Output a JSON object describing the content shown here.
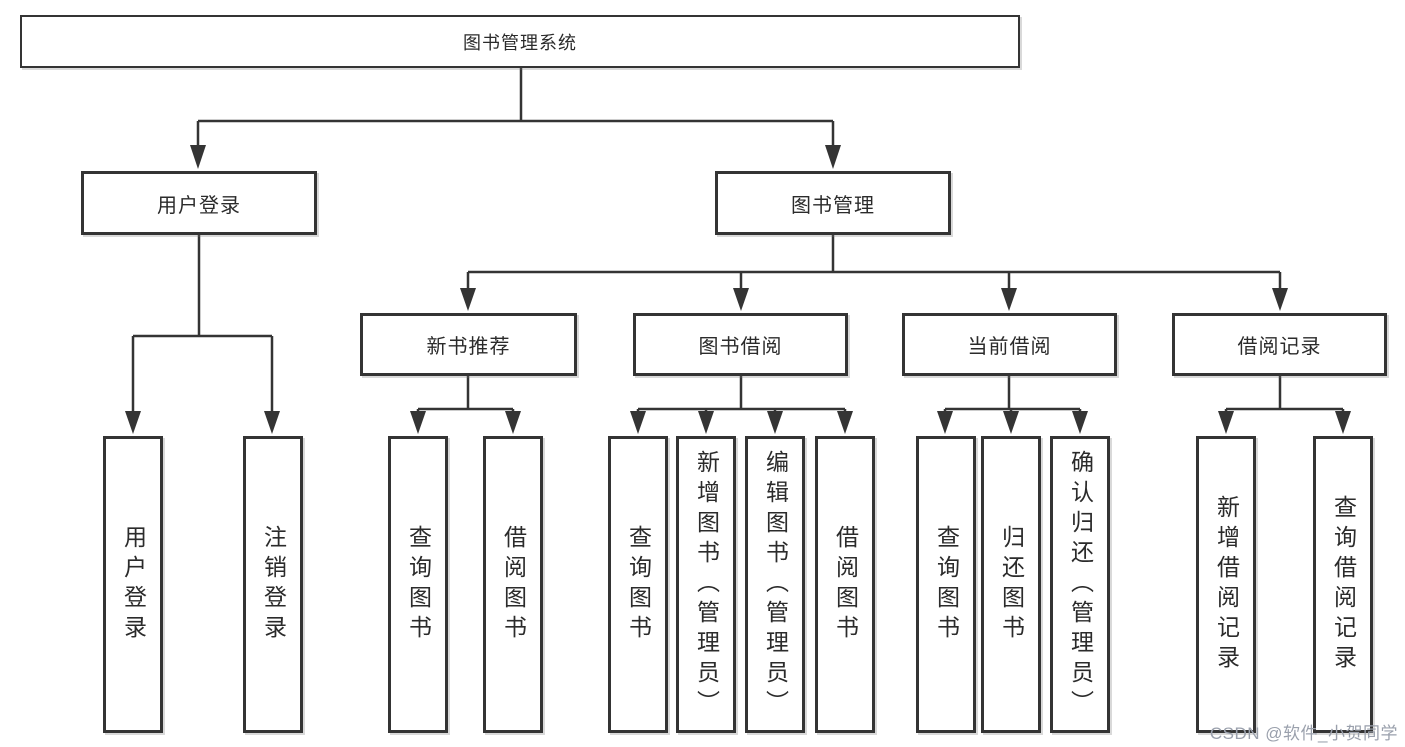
{
  "diagram": {
    "watermark": "CSDN @软件_小贺同学",
    "colors": {
      "line": "#343434",
      "box_border": "#343434",
      "text": "#2b2b2b",
      "watermark_text": "#9aa0ac",
      "background": "#ffffff"
    },
    "root": {
      "label": "图书管理系统"
    },
    "branches": [
      {
        "label": "用户登录",
        "children": [
          {
            "label": "用户登录"
          },
          {
            "label": "注销登录"
          }
        ]
      },
      {
        "label": "图书管理",
        "children": [
          {
            "label": "新书推荐",
            "children": [
              {
                "label": "查询图书"
              },
              {
                "label": "借阅图书"
              }
            ]
          },
          {
            "label": "图书借阅",
            "children": [
              {
                "label": "查询图书"
              },
              {
                "label": "新增图书（管理员）"
              },
              {
                "label": "编辑图书（管理员）"
              },
              {
                "label": "借阅图书"
              }
            ]
          },
          {
            "label": "当前借阅",
            "children": [
              {
                "label": "查询图书"
              },
              {
                "label": "归还图书"
              },
              {
                "label": "确认归还（管理员）"
              }
            ]
          },
          {
            "label": "借阅记录",
            "children": [
              {
                "label": "新增借阅记录"
              },
              {
                "label": "查询借阅记录"
              }
            ]
          }
        ]
      }
    ]
  }
}
